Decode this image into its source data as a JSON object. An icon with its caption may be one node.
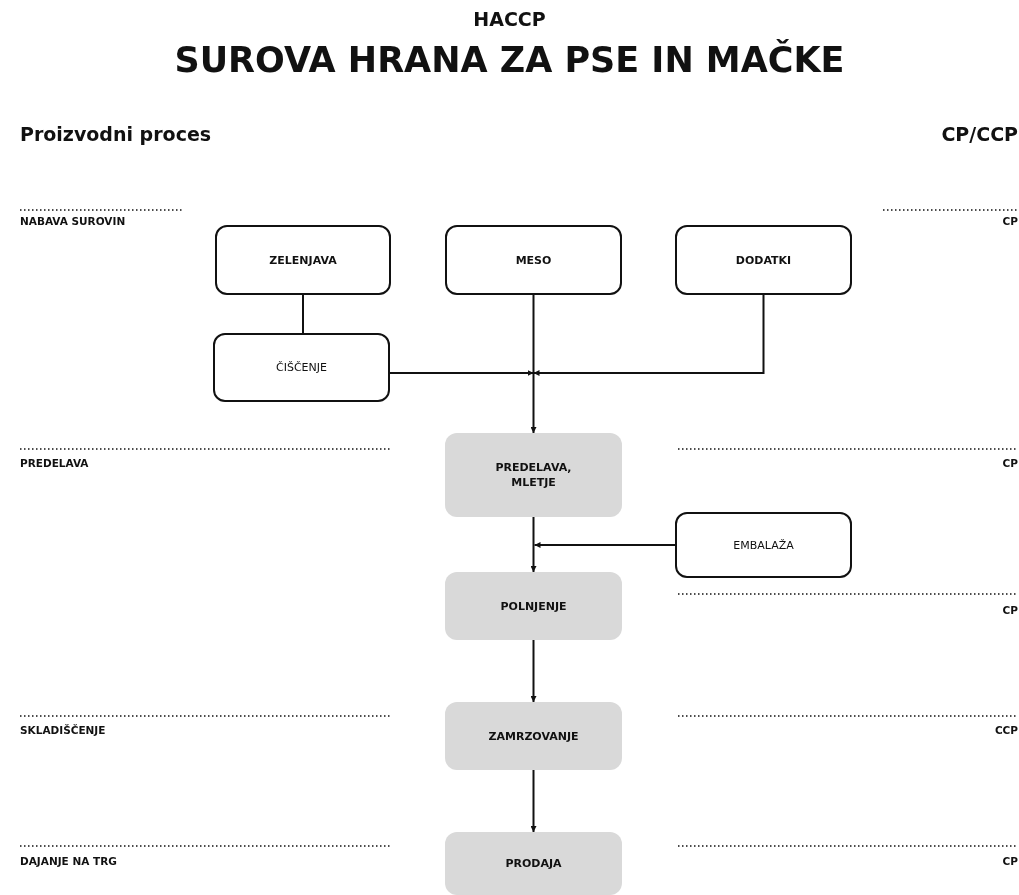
{
  "diagram": {
    "title": "SUROVA HRANA ZA PSE IN MAČKE",
    "nodes": [
      {
        "text": [
          "ZELENJAVA"
        ]
      },
      {
        "text": [
          "MESO"
        ]
      },
      {
        "text": [
          "DODATKI"
        ]
      },
      {
        "text": [
          "ČIŠČENJE"
        ]
      },
      {
        "text": [
          "PREDELAVA, MLETJE"
        ]
      },
      {
        "text": [
          "EMBALAŽA"
        ]
      },
      {
        "text": [
          "POLNJENJE"
        ]
      },
      {
        "text": [
          "ZAMRZOVANJE"
        ]
      },
      {
        "text": [
          "PRODAJA"
        ]
      }
    ],
    "edges": [
      {
        "from": 0,
        "to": 3,
        "arrow": "none"
      },
      {
        "from": 1,
        "to": 4,
        "arrow": "to"
      },
      {
        "from": 3,
        "to": 4,
        "arrow": "to"
      },
      {
        "from": 2,
        "to": 4,
        "arrow": "to"
      },
      {
        "from": 4,
        "to": 6,
        "arrow": "to"
      },
      {
        "from": 5,
        "to": 6,
        "arrow": "to"
      },
      {
        "from": 6,
        "to": 7,
        "arrow": "to"
      },
      {
        "from": 7,
        "to": 8,
        "arrow": "to"
      }
    ],
    "labels": [
      "HACCP",
      "Proizvodni proces",
      "CP/CCP",
      "NABAVA SUROVIN",
      "CP",
      "PREDELAVA",
      "CP",
      "CP",
      "SKLADIŠČENJE",
      "CCP",
      "DAJANJE NA TRG",
      "CP"
    ]
  }
}
